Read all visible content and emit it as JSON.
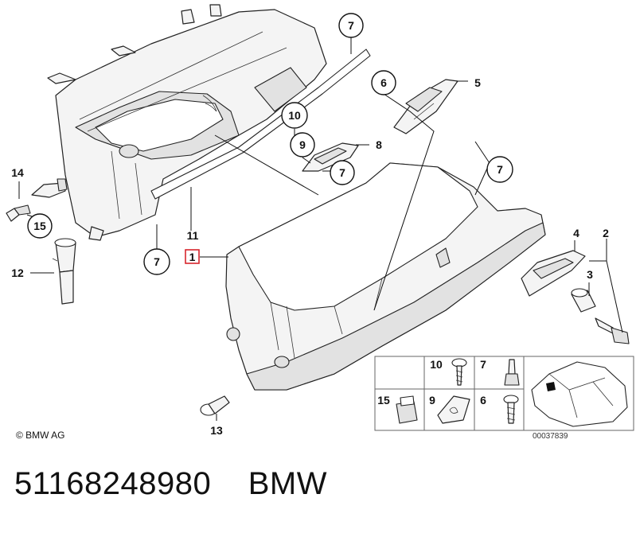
{
  "callouts": {
    "c1": "1",
    "c2": "2",
    "c3": "3",
    "c4": "4",
    "c5": "5",
    "c6": "6",
    "c7": "7",
    "c8": "8",
    "c9": "9",
    "c10": "10",
    "c11": "11",
    "c12": "12",
    "c13": "13",
    "c14": "14",
    "c15": "15"
  },
  "legend": {
    "items": [
      {
        "label": "10"
      },
      {
        "label": "7"
      },
      {
        "label": "15"
      },
      {
        "label": "9"
      },
      {
        "label": "6"
      }
    ]
  },
  "copyright": "© BMW AG",
  "reference": "00037839",
  "part_number": "51168248980",
  "brand": "BMW",
  "colors": {
    "highlight": "#d7262d",
    "line": "#111111"
  }
}
